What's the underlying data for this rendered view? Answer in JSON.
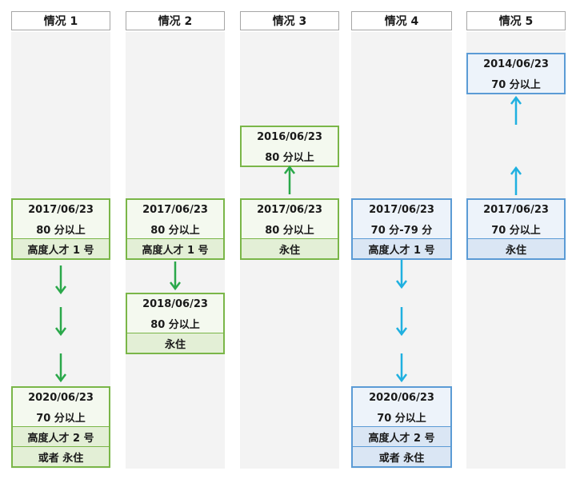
{
  "colors": {
    "green": "#2aa84a",
    "blue": "#1fb0e0"
  },
  "columns": [
    {
      "header": "情况 1",
      "boxes": [
        {
          "lines": [
            "2017/06/23",
            "80 分以上"
          ],
          "subs": [
            "高度人才 1 号"
          ]
        },
        {
          "lines": [
            "2020/06/23",
            "70 分以上"
          ],
          "subs": [
            "高度人才 2 号",
            "或者  永住"
          ]
        }
      ]
    },
    {
      "header": "情况 2",
      "boxes": [
        {
          "lines": [
            "2017/06/23",
            "80 分以上"
          ],
          "subs": [
            "高度人才 1 号"
          ]
        },
        {
          "lines": [
            "2018/06/23",
            "80 分以上"
          ],
          "subs": [
            "永住"
          ]
        }
      ]
    },
    {
      "header": "情况 3",
      "boxes": [
        {
          "lines": [
            "2016/06/23",
            "80 分以上"
          ],
          "subs": []
        },
        {
          "lines": [
            "2017/06/23",
            "80 分以上"
          ],
          "subs": [
            "永住"
          ]
        }
      ]
    },
    {
      "header": "情况 4",
      "boxes": [
        {
          "lines": [
            "2017/06/23",
            "70 分-79 分"
          ],
          "subs": [
            "高度人才 1 号"
          ]
        },
        {
          "lines": [
            "2020/06/23",
            "70 分以上"
          ],
          "subs": [
            "高度人才 2 号",
            "或者  永住"
          ]
        }
      ]
    },
    {
      "header": "情况 5",
      "boxes": [
        {
          "lines": [
            "2014/06/23",
            "70 分以上"
          ],
          "subs": []
        },
        {
          "lines": [
            "2017/06/23",
            "70 分以上"
          ],
          "subs": [
            "永住"
          ]
        }
      ]
    }
  ]
}
